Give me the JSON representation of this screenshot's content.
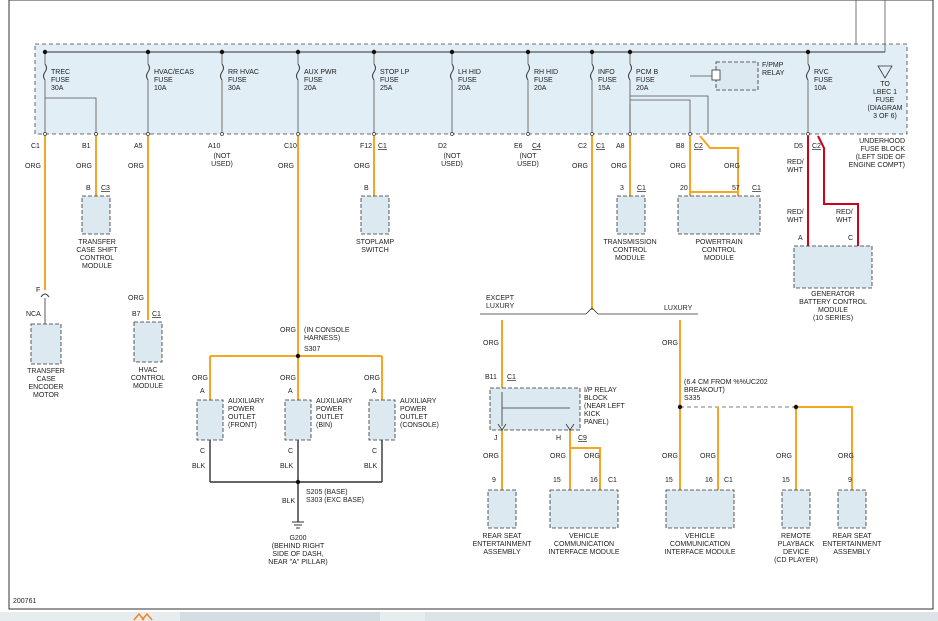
{
  "diagram_id": "200761",
  "fuse_block": {
    "label_lines": [
      "UNDERHOOD",
      "FUSE BLOCK",
      "(LEFT SIDE OF",
      "ENGINE COMPT)"
    ],
    "fuses": [
      {
        "name": "TREC",
        "type": "FUSE",
        "amps": "30A",
        "pin": "C1",
        "conn": ""
      },
      {
        "name": "HVAC/ECAS",
        "type": "FUSE",
        "amps": "10A",
        "pin": "B1",
        "conn": ""
      },
      {
        "name": "RR HVAC",
        "type": "FUSE",
        "amps": "30A",
        "pin": "A5",
        "conn": ""
      },
      {
        "name": "AUX PWR",
        "type": "FUSE",
        "amps": "20A",
        "pin": "A10",
        "conn": ""
      },
      {
        "name": "STOP LP",
        "type": "FUSE",
        "amps": "25A",
        "pin": "C10",
        "conn": ""
      },
      {
        "name": "LH HID",
        "type": "FUSE",
        "amps": "20A",
        "pin": "F12",
        "conn": "C1"
      },
      {
        "name": "RH HID",
        "type": "FUSE",
        "amps": "20A",
        "pin": "D2",
        "conn": ""
      },
      {
        "name": "INFO",
        "type": "FUSE",
        "amps": "15A",
        "pin": "E6",
        "conn": "C4"
      },
      {
        "name": "PCM B",
        "type": "FUSE",
        "amps": "20A",
        "pin": "C2",
        "conn": "C1"
      },
      {
        "name": "RVC",
        "type": "FUSE",
        "amps": "10A",
        "pin": "A8",
        "conn": ""
      }
    ],
    "extra_pins": [
      {
        "pin": "B8",
        "conn": "C2"
      },
      {
        "pin": "D5",
        "conn": "C2"
      }
    ],
    "relay": {
      "label_lines": [
        "F/PMP",
        "RELAY"
      ]
    },
    "to_lbec": {
      "label_lines": [
        "TO",
        "LBEC 1",
        "FUSE",
        "(DIAGRAM",
        "3 OF 6)"
      ]
    }
  },
  "not_used": [
    "(NOT",
    "USED)"
  ],
  "wire_colors": {
    "org": "ORG",
    "blk": "BLK",
    "red_wht": [
      "RED/",
      "WHT"
    ],
    "orange_hex": "#f5a623",
    "red_hex": "#d0021b",
    "gray_hex": "#555555"
  },
  "components": {
    "transfer_case_shift": {
      "pin": "B",
      "conn": "C3",
      "label_lines": [
        "TRANSFER",
        "CASE SHIFT",
        "CONTROL",
        "MODULE"
      ]
    },
    "transfer_case_encoder": {
      "pin_top": "F",
      "pin_wire": "NCA",
      "label_lines": [
        "TRANSFER",
        "CASE",
        "ENCODER",
        "MOTOR"
      ]
    },
    "hvac_control": {
      "pin": "B7",
      "conn": "C1",
      "label_lines": [
        "HVAC",
        "CONTROL",
        "MODULE"
      ]
    },
    "stoplamp_switch": {
      "pin": "B",
      "label_lines": [
        "STOPLAMP",
        "SWITCH"
      ]
    },
    "transmission_control": {
      "pin": "3",
      "conn": "C1",
      "label_lines": [
        "TRANSMISSION",
        "CONTROL",
        "MODULE"
      ]
    },
    "powertrain_control": {
      "pin_a": "20",
      "pin_b": "57",
      "conn": "C1",
      "label_lines": [
        "POWERTRAIN",
        "CONTROL",
        "MODULE"
      ]
    },
    "generator_battery": {
      "pin_a": "A",
      "pin_c": "C",
      "label_lines": [
        "GENERATOR",
        "BATTERY CONTROL",
        "MODULE",
        "(10 SERIES)"
      ]
    },
    "console_harness": {
      "label_lines": [
        "(IN CONSOLE",
        "HARNESS)"
      ],
      "splice": "S307"
    },
    "aux_outlets": [
      {
        "pin_top": "A",
        "pin_bot": "C",
        "label_lines": [
          "AUXILIARY",
          "POWER",
          "OUTLET",
          "(FRONT)"
        ]
      },
      {
        "pin_top": "A",
        "pin_bot": "C",
        "label_lines": [
          "AUXILIARY",
          "POWER",
          "OUTLET",
          "(BIN)"
        ]
      },
      {
        "pin_top": "A",
        "pin_bot": "C",
        "label_lines": [
          "AUXILIARY",
          "POWER",
          "OUTLET",
          "(CONSOLE)"
        ]
      }
    ],
    "ground_splice": [
      "S205 (BASE)",
      "S303 (EXC BASE)"
    ],
    "ground": {
      "label_lines": [
        "G200",
        "(BEHIND RIGHT",
        "SIDE OF DASH,",
        "NEAR \"A\" PILLAR)"
      ]
    },
    "except_luxury": [
      "EXCEPT",
      "LUXURY"
    ],
    "luxury": "LUXURY",
    "ip_relay": {
      "pin_in": "B11",
      "conn_in": "C1",
      "pin_j": "J",
      "pin_h": "H",
      "conn_h": "C9",
      "label_lines": [
        "I/P RELAY",
        "BLOCK",
        "(NEAR LEFT",
        "KICK",
        "PANEL)"
      ]
    },
    "breakout": {
      "label_lines": [
        "(6.4 CM FROM %%UC202",
        "BREAKOUT)"
      ],
      "splice": "S335"
    },
    "rear_seat_1": {
      "pin": "9",
      "label_lines": [
        "REAR SEAT",
        "ENTERTAINMENT",
        "ASSEMBLY"
      ]
    },
    "vcim_1": {
      "pin_a": "15",
      "pin_b": "16",
      "conn": "C1",
      "label_lines": [
        "VEHICLE",
        "COMMUNICATION",
        "INTERFACE MODULE"
      ]
    },
    "vcim_2": {
      "pin_a": "15",
      "pin_b": "16",
      "conn": "C1",
      "label_lines": [
        "VEHICLE",
        "COMMUNICATION",
        "INTERFACE MODULE"
      ]
    },
    "remote_playback": {
      "pin": "15",
      "label_lines": [
        "REMOTE",
        "PLAYBACK",
        "DEVICE",
        "(CD PLAYER)"
      ]
    },
    "rear_seat_2": {
      "pin": "9",
      "label_lines": [
        "REAR SEAT",
        "ENTERTAINMENT",
        "ASSEMBLY"
      ]
    }
  }
}
